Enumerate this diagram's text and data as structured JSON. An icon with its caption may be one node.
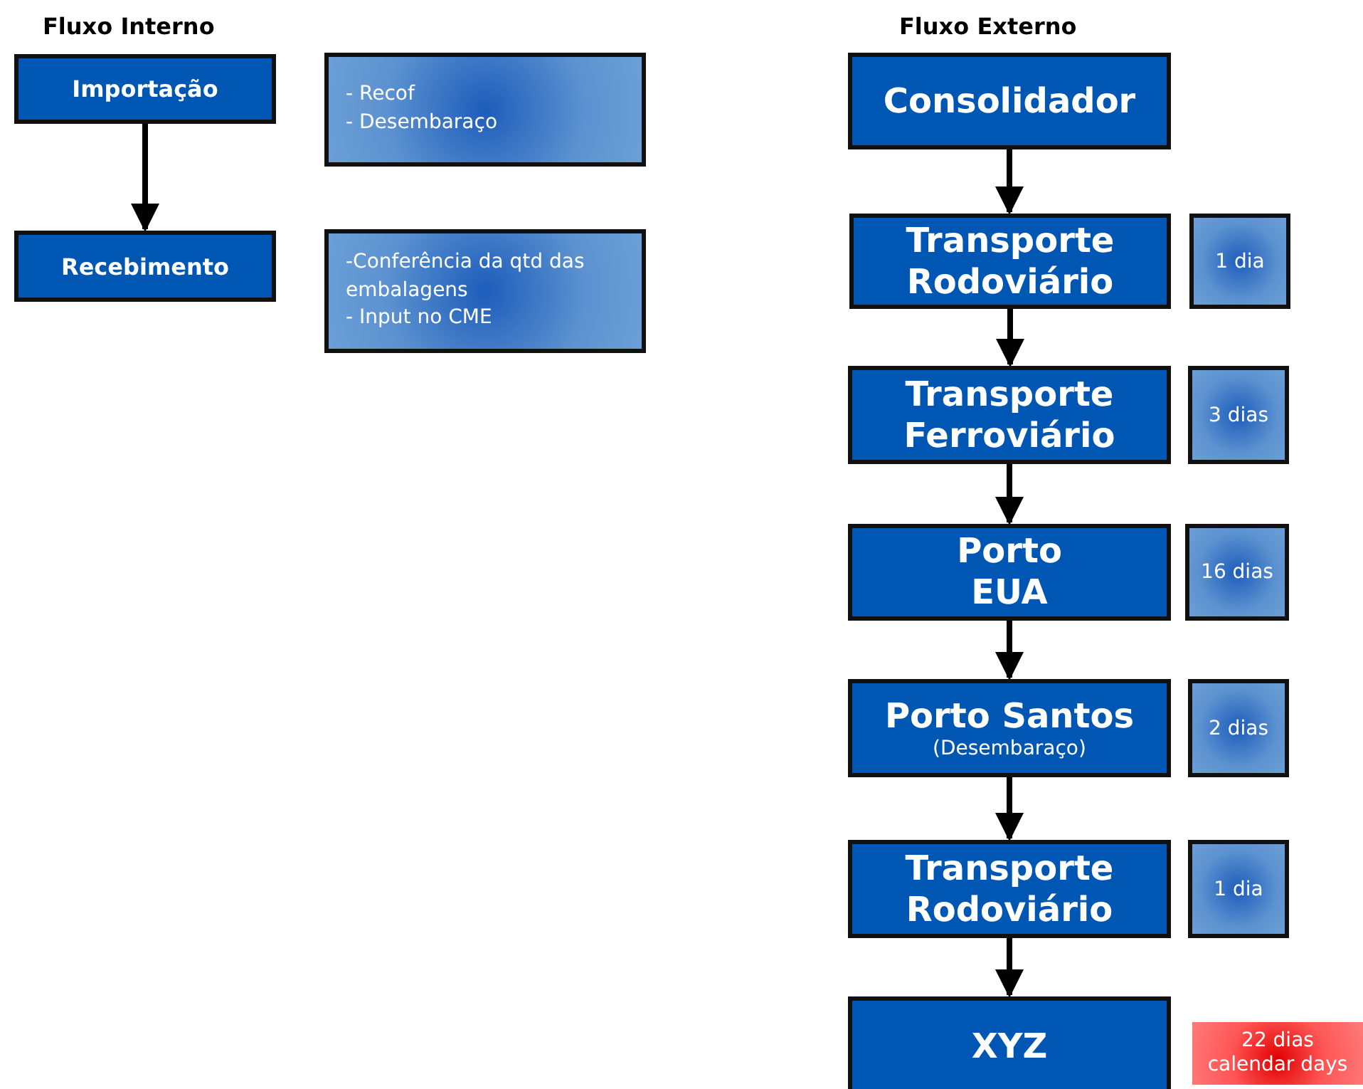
{
  "diagram": {
    "nodes": [
      {
        "text": [
          "Importação"
        ]
      },
      {
        "text": [
          "- Recof",
          "- Desembaraço"
        ]
      },
      {
        "text": [
          "Recebimento"
        ]
      },
      {
        "text": [
          "-Conferência da qtd das embalagens",
          "- Input no CME"
        ]
      },
      {
        "text": [
          "Consolidador"
        ]
      },
      {
        "text": [
          "Transporte Rodoviário"
        ]
      },
      {
        "text": [
          "1 dia"
        ]
      },
      {
        "text": [
          "Transporte Ferroviário"
        ]
      },
      {
        "text": [
          "3 dias"
        ]
      },
      {
        "text": [
          "Porto EUA"
        ]
      },
      {
        "text": [
          "16 dias"
        ]
      },
      {
        "text": [
          "Porto Santos",
          "(Desembaraço)"
        ]
      },
      {
        "text": [
          "2 dias"
        ]
      },
      {
        "text": [
          "Transporte Rodoviário"
        ]
      },
      {
        "text": [
          "1 dia"
        ]
      },
      {
        "text": [
          "XYZ"
        ]
      },
      {
        "text": [
          "22 dias",
          "calendar days"
        ]
      }
    ],
    "edges": [
      {
        "from": 0,
        "to": 2,
        "arrow": "to"
      },
      {
        "from": 4,
        "to": 5,
        "arrow": "to"
      },
      {
        "from": 5,
        "to": 7,
        "arrow": "to"
      },
      {
        "from": 7,
        "to": 9,
        "arrow": "to"
      },
      {
        "from": 9,
        "to": 11,
        "arrow": "to"
      },
      {
        "from": 11,
        "to": 13,
        "arrow": "to"
      },
      {
        "from": 13,
        "to": 15,
        "arrow": "to"
      }
    ],
    "labels": [
      "Fluxo Interno",
      "Fluxo Externo"
    ]
  }
}
